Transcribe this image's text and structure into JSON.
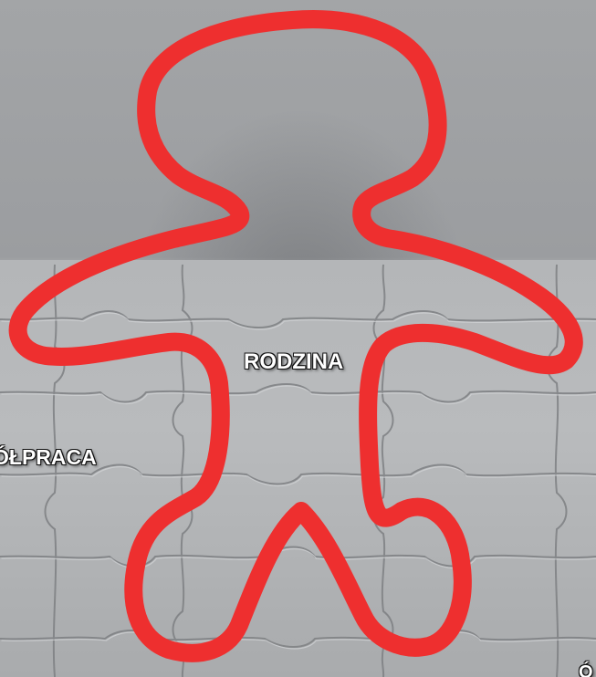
{
  "labels": {
    "center": "RODZINA",
    "left": "ÓŁPRACA",
    "bottom_right": "Ó"
  },
  "colors": {
    "outline": "#ee2f2f",
    "background": "#a3a5a7",
    "label_text": "#ffffff"
  },
  "icons": {
    "figure": "human-outline-icon",
    "background": "jigsaw-puzzle"
  }
}
